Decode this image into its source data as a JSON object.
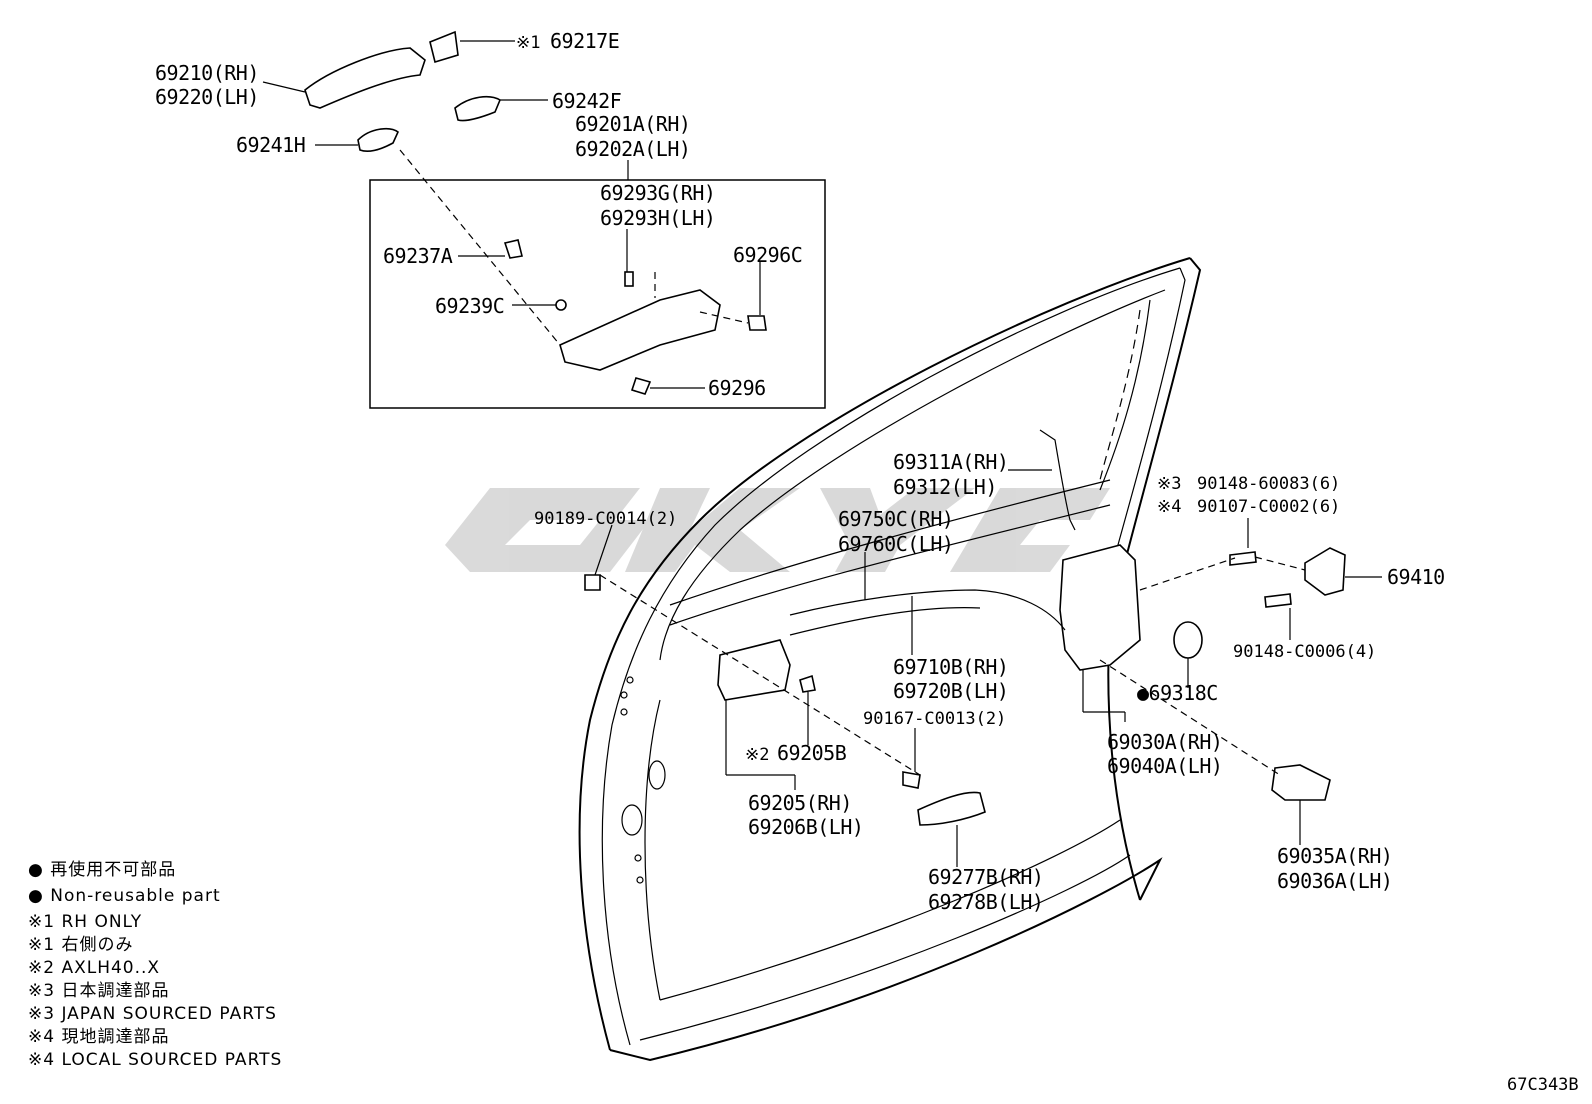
{
  "diagram_code": "67C343B",
  "watermark": "GKY",
  "labels": {
    "p69217E": "69217E",
    "p69217E_note": "※1",
    "p69210": "69210(RH)",
    "p69220": "69220(LH)",
    "p69242F": "69242F",
    "p69201A": "69201A(RH)",
    "p69202A": "69202A(LH)",
    "p69241H": "69241H",
    "p69293G": "69293G(RH)",
    "p69293H": "69293H(LH)",
    "p69237A": "69237A",
    "p69296C": "69296C",
    "p69239C": "69239C",
    "p69296": "69296",
    "p69311A": "69311A(RH)",
    "p69312": "69312(LH)",
    "p69750C": "69750C(RH)",
    "p69760C": "69760C(LH)",
    "p90189": "90189-C0014(2)",
    "p90148a_note": "※3",
    "p90148a": "90148-60083(6)",
    "p90107_note": "※4",
    "p90107": "90107-C0002(6)",
    "p69410": "69410",
    "p90148b": "90148-C0006(4)",
    "p69710B": "69710B(RH)",
    "p69720B": "69720B(LH)",
    "p69318C": "●69318C",
    "p90167": "90167-C0013(2)",
    "p69030A": "69030A(RH)",
    "p69040A": "69040A(LH)",
    "p69205B_note": "※2",
    "p69205B": "69205B",
    "p69205": "69205(RH)",
    "p69206B": "69206B(LH)",
    "p69035A": "69035A(RH)",
    "p69036A": "69036A(LH)",
    "p69277B": "69277B(RH)",
    "p69278B": "69278B(LH)"
  },
  "legend": [
    "● 再使用不可部品",
    "● Non-reusable part",
    "※1 RH ONLY",
    "※1 右側のみ",
    "※2 AXLH40..X",
    "※3 日本調達部品",
    "※3 JAPAN SOURCED PARTS",
    "※4 現地調達部品",
    "※4 LOCAL SOURCED PARTS"
  ]
}
